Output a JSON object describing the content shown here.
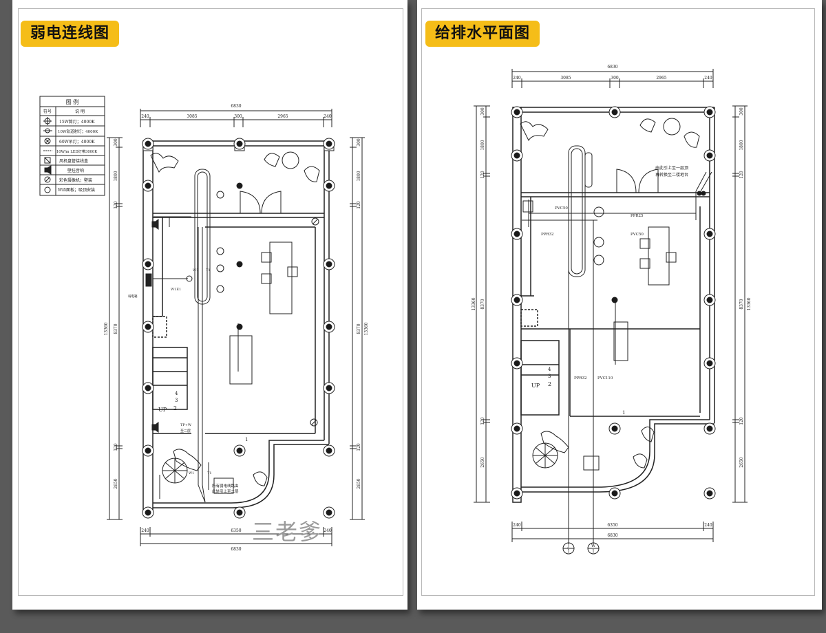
{
  "panels": {
    "left": {
      "title": "弱电连线图"
    },
    "right": {
      "title": "给排水平面图"
    }
  },
  "legend": {
    "header": "图    例",
    "col_symbol": "符号",
    "col_desc": "说    明",
    "rows": [
      {
        "icon": "spotlight-icon",
        "text": "15W筒灯；4000K"
      },
      {
        "icon": "track-light-icon",
        "text": "10W轨道射灯；4000K"
      },
      {
        "icon": "pendant-light-icon",
        "text": "60W吊灯；4000K"
      },
      {
        "icon": "led-strip-icon",
        "text": "10W/m LED灯带3000K"
      },
      {
        "icon": "fan-coil-box-icon",
        "text": "风机盘管接线盒"
      },
      {
        "icon": "speaker-icon",
        "text": "壁挂音响"
      },
      {
        "icon": "camera-icon",
        "text": "彩色摄像机；壁装"
      },
      {
        "icon": "wifi-panel-icon",
        "text": "Wifi面板；吸顶安装"
      }
    ]
  },
  "dimensions": {
    "total_width": "6830",
    "bottom_width": "6350",
    "top_segments": [
      "240",
      "3085",
      "300",
      "2965",
      "240"
    ],
    "bottom_segments": [
      "240",
      "240"
    ],
    "total_height": "13360",
    "middle_height": "8370",
    "right_segments": [
      "300",
      "1800",
      "120",
      "8370",
      "120",
      "2650"
    ],
    "left_segments": [
      "300",
      "1800",
      "120",
      "120",
      "2650"
    ]
  },
  "left_annotations": {
    "stair_up": "UP",
    "stair_num_2": "2",
    "stair_num_3": "3",
    "stair_num_4": "4",
    "room_1": "1",
    "label_w1": "W1",
    "label_t1": "T1",
    "label_w1e1": "W1E1",
    "label_weak_box": "弱电箱",
    "label_tpwi": "TP+W",
    "label_to_floor2": "至二层",
    "note_line1": "所有弱电线路由",
    "note_line2": "此处引上至二层",
    "label_w1_bottom": "W1",
    "label_t1_bottom": "T1"
  },
  "right_annotations": {
    "pipe_pvc50_a": "PVC50",
    "pipe_ppr25": "PPR25",
    "pipe_ppr32_a": "PPR32",
    "pipe_pvc50_b": "PVC50",
    "pipe_ppr32_b": "PPR32",
    "pipe_pvc110": "PVC110",
    "note_line1": "由此引上至一层顶",
    "note_line2": "再转换至二楼地台",
    "stair_up": "UP",
    "stair_num_2": "2",
    "stair_num_3": "3",
    "stair_num_4": "4",
    "room_1": "1",
    "axis_j_top": "J",
    "axis_j_bottom": "1",
    "axis_w_top": "W",
    "axis_w_bottom": "1"
  },
  "watermark": "三老爹"
}
